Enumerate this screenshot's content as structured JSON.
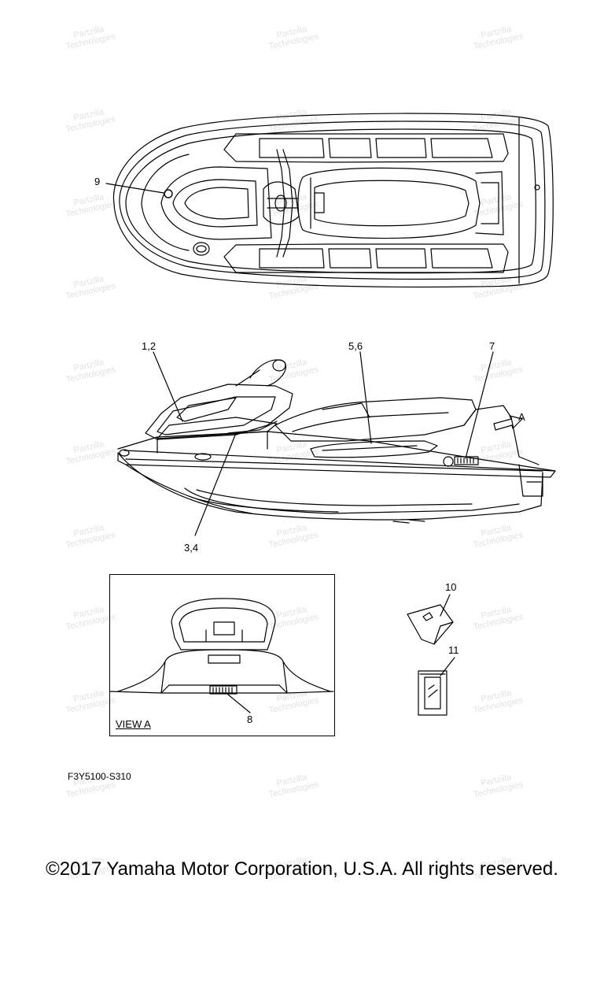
{
  "watermark": {
    "text_line1": "Partzilla",
    "text_line2": "Technologies"
  },
  "callouts": {
    "c9": "9",
    "c12": "1,2",
    "c56": "5,6",
    "c7": "7",
    "cA": "A",
    "c34": "3,4",
    "c10": "10",
    "c11": "11",
    "c8": "8"
  },
  "view_label": "VIEW A",
  "drawing_code": "F3Y5100-S310",
  "copyright": "©2017 Yamaha Motor Corporation, U.S.A. All rights reserved."
}
